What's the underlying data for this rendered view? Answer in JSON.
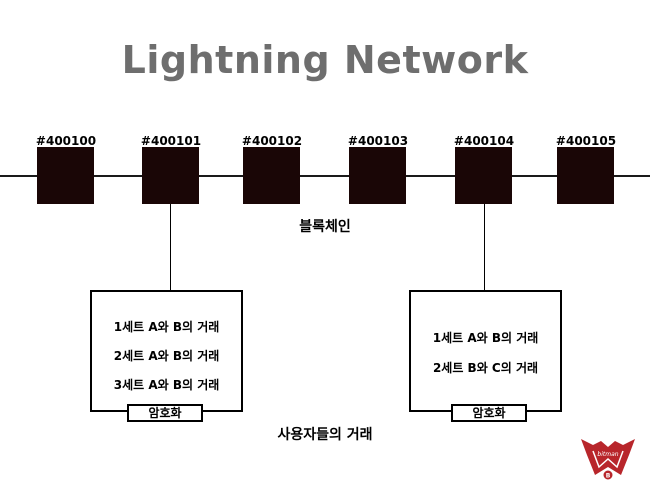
{
  "title": "Lightning Network",
  "blocks": [
    "#400100",
    "#400101",
    "#400102",
    "#400103",
    "#400104",
    "#400105"
  ],
  "chain_label": "블록체인",
  "channels": [
    {
      "transactions": [
        "1세트 A와 B의 거래",
        "2세트 A와 B의 거래",
        "3세트 A와 B의 거래"
      ],
      "encryption_label": "암호화"
    },
    {
      "transactions": [
        "1세트 A와 B의 거래",
        "2세트 B와 C의 거래"
      ],
      "encryption_label": "암호화"
    }
  ],
  "users_label": "사용자들의 거래",
  "logo": {
    "icon": "bitman-logo-icon",
    "text": "bitman",
    "color": "#b8262b"
  }
}
